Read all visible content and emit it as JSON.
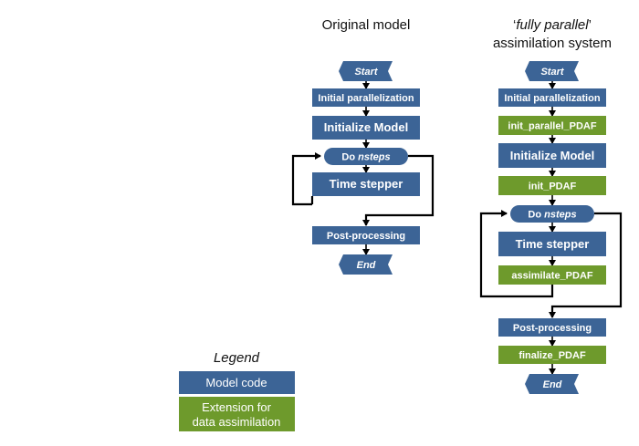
{
  "columns": {
    "original": {
      "title": "Original model",
      "start": "Start",
      "initial_parallelization": "Initial parallelization",
      "initialize_model": "Initialize Model",
      "do_prefix": "Do",
      "do_var": "nsteps",
      "time_stepper": "Time stepper",
      "post_processing": "Post-processing",
      "end": "End"
    },
    "parallel": {
      "title_quote_open": "‘",
      "title_italic": "fully parallel",
      "title_quote_close": "’",
      "title_line2": "assimilation system",
      "start": "Start",
      "initial_parallelization": "Initial parallelization",
      "init_parallel_pdaf": "init_parallel_PDAF",
      "initialize_model": "Initialize Model",
      "init_pdaf": "init_PDAF",
      "do_prefix": "Do",
      "do_var": "nsteps",
      "time_stepper": "Time stepper",
      "assimilate_pdaf": "assimilate_PDAF",
      "post_processing": "Post-processing",
      "finalize_pdaf": "finalize_PDAF",
      "end": "End"
    }
  },
  "legend": {
    "title": "Legend",
    "model_code": "Model code",
    "extension_line1": "Extension for",
    "extension_line2": "data assimilation"
  },
  "colors": {
    "model_code": "#3c6496",
    "extension": "#6e9a2c"
  }
}
